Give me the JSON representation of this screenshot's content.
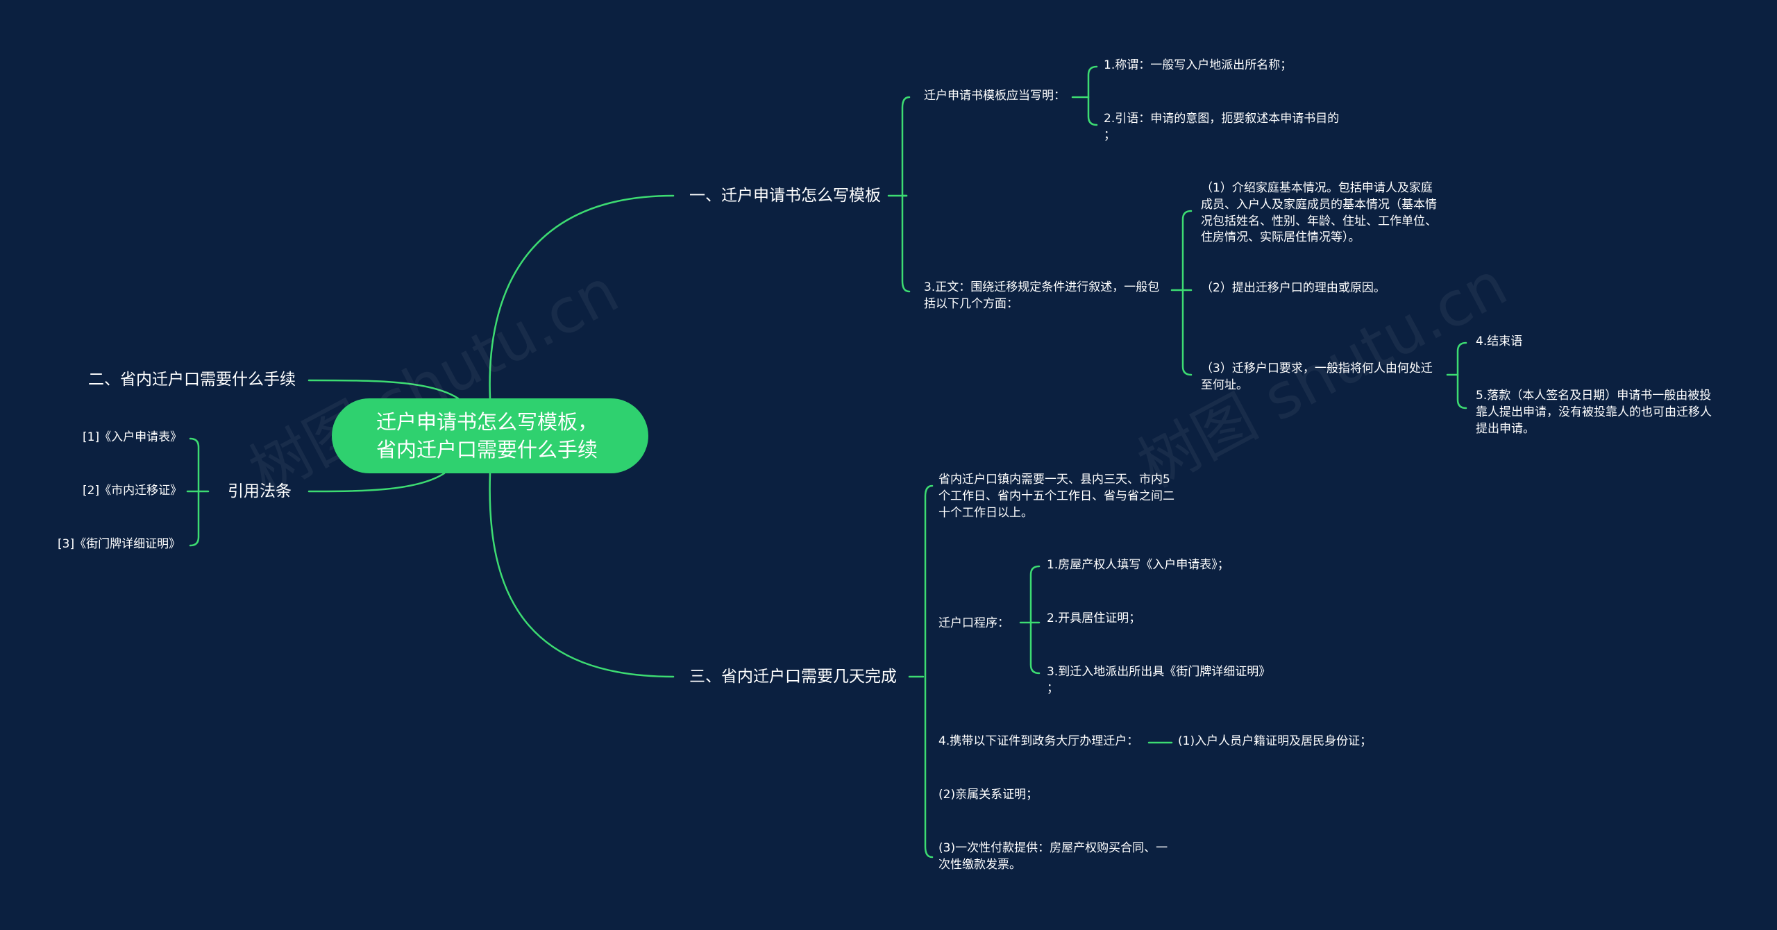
{
  "root": {
    "line1": "迁户申请书怎么写模板，",
    "line2": "省内迁户口需要什么手续"
  },
  "branch_template": {
    "title": "一、迁户申请书怎么写模板",
    "specify": {
      "label": "迁户申请书模板应当写明：",
      "items": [
        "1.称谓：一般写入户地派出所名称；",
        "2.引语：申请的意图，扼要叙述本申请书目的",
        "；"
      ]
    },
    "body": {
      "label_line1": "3.正文：围绕迁移规定条件进行叙述，一般包",
      "label_line2": "括以下几个方面：",
      "item1": [
        "（1）介绍家庭基本情况。包括申请人及家庭",
        "成员、入户人及家庭成员的基本情况（基本情",
        "况包括姓名、性别、年龄、住址、工作单位、",
        "住房情况、实际居住情况等）。"
      ],
      "item2": "（2）提出迁移户口的理由或原因。",
      "item3": [
        "（3）迁移户口要求，一般指将何人由何处迁",
        "至何址。"
      ],
      "item3_children": {
        "a": "4.结束语",
        "b": [
          "5.落款（本人签名及日期）申请书一般由被投",
          "靠人提出申请，没有被投靠人的也可由迁移人",
          "提出申请。"
        ]
      }
    }
  },
  "branch_procedures": {
    "title": "二、省内迁户口需要什么手续"
  },
  "branch_references": {
    "title": "引用法条",
    "items": [
      "[1]《入户申请表》",
      "[2]《市内迁移证》",
      "[3]《街门牌详细证明》"
    ]
  },
  "branch_duration": {
    "title": "三、省内迁户口需要几天完成",
    "intro": [
      "省内迁户口镇内需要一天、县内三天、市内5",
      "个工作日、省内十五个工作日、省与省之间二",
      "十个工作日以上。"
    ],
    "procedure": {
      "label": "迁户口程序：",
      "items": [
        "1.房屋产权人填写《入户申请表》；",
        "2.开具居住证明；",
        "3.到迁入地派出所出具《街门牌详细证明》",
        "；"
      ]
    },
    "documents": {
      "label": "4.携带以下证件到政务大厅办理迁户：",
      "child": "(1)入户人员户籍证明及居民身份证；"
    },
    "relation": "(2)亲属关系证明；",
    "payment": [
      "(3)一次性付款提供：房屋产权购买合同、一",
      "次性缴款发票。"
    ]
  },
  "watermark": "树图 shutu.cn",
  "colors": {
    "background": "#0b2040",
    "root": "#2fd16f",
    "link": "#3ddc72",
    "text": "#ffffff"
  }
}
